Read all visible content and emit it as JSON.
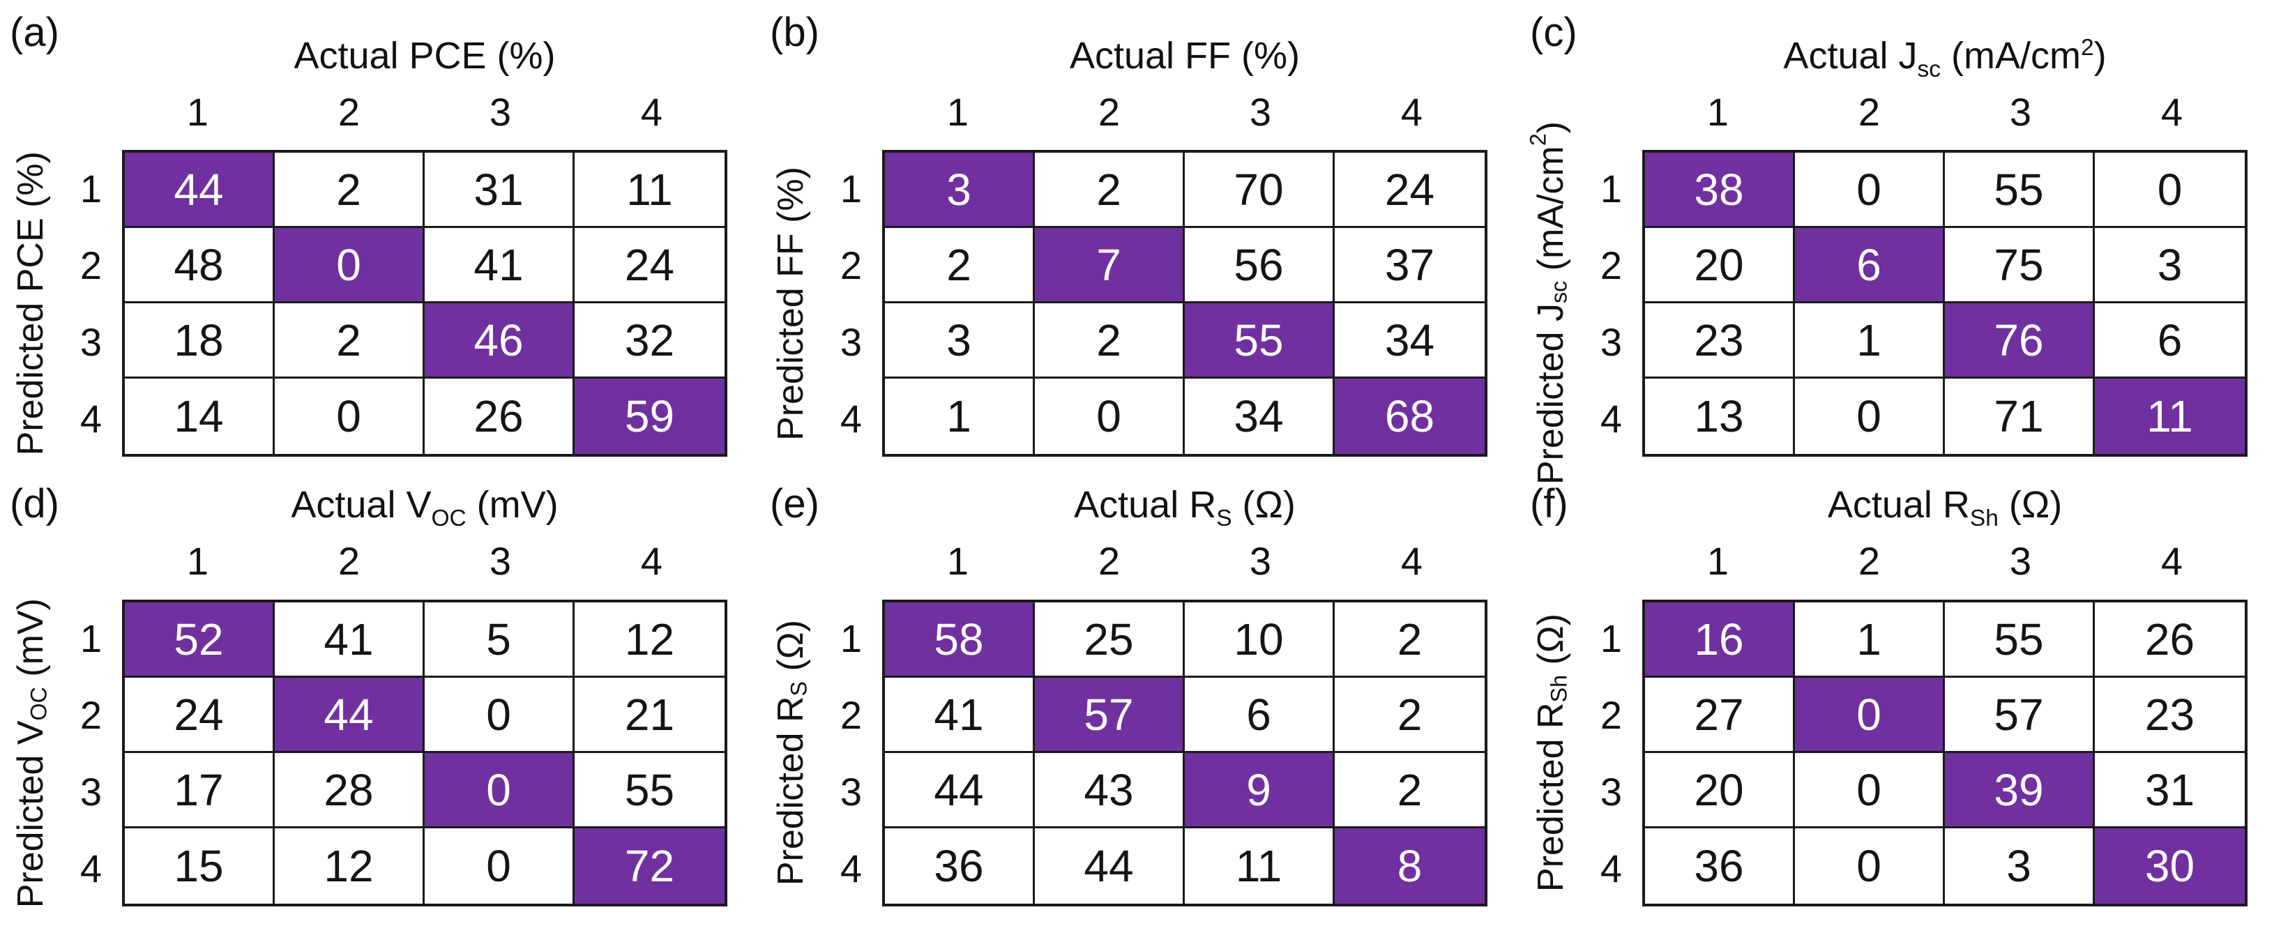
{
  "figure": {
    "diag_color": "#7030A0",
    "diag_text_color": "#ffffff",
    "grid_line_color": "#1a1a1a",
    "background_color": "#ffffff"
  },
  "chart_data": [
    {
      "type": "heatmap",
      "panel_label": "(a)",
      "title": "Actual PCE (%)",
      "xlabel": "Actual PCE (%)",
      "ylabel": "Predicted PCE (%)",
      "x_categories": [
        "1",
        "2",
        "3",
        "4"
      ],
      "y_categories": [
        "1",
        "2",
        "3",
        "4"
      ],
      "values": [
        [
          44,
          2,
          31,
          11
        ],
        [
          48,
          0,
          41,
          24
        ],
        [
          18,
          2,
          46,
          32
        ],
        [
          14,
          0,
          26,
          59
        ]
      ],
      "highlight": "diagonal",
      "legend": "none",
      "grid": "on"
    },
    {
      "type": "heatmap",
      "panel_label": "(b)",
      "title": "Actual FF (%)",
      "xlabel": "Actual FF (%)",
      "ylabel": "Predicted FF (%)",
      "x_categories": [
        "1",
        "2",
        "3",
        "4"
      ],
      "y_categories": [
        "1",
        "2",
        "3",
        "4"
      ],
      "values": [
        [
          3,
          2,
          70,
          24
        ],
        [
          2,
          7,
          56,
          37
        ],
        [
          3,
          2,
          55,
          34
        ],
        [
          1,
          0,
          34,
          68
        ]
      ],
      "highlight": "diagonal",
      "legend": "none",
      "grid": "on"
    },
    {
      "type": "heatmap",
      "panel_label": "(c)",
      "title": "Actual J~sc~ (mA/cm^2^)",
      "xlabel": "Actual J~sc~ (mA/cm^2^)",
      "ylabel": "Predicted J~sc~ (mA/cm^2^)",
      "x_categories": [
        "1",
        "2",
        "3",
        "4"
      ],
      "y_categories": [
        "1",
        "2",
        "3",
        "4"
      ],
      "values": [
        [
          38,
          0,
          55,
          0
        ],
        [
          20,
          6,
          75,
          3
        ],
        [
          23,
          1,
          76,
          6
        ],
        [
          13,
          0,
          71,
          11
        ]
      ],
      "highlight": "diagonal",
      "legend": "none",
      "grid": "on"
    },
    {
      "type": "heatmap",
      "panel_label": "(d)",
      "title": "Actual V~OC~ (mV)",
      "xlabel": "Actual V~OC~ (mV)",
      "ylabel": "Predicted V~OC~ (mV)",
      "x_categories": [
        "1",
        "2",
        "3",
        "4"
      ],
      "y_categories": [
        "1",
        "2",
        "3",
        "4"
      ],
      "values": [
        [
          52,
          41,
          5,
          12
        ],
        [
          24,
          44,
          0,
          21
        ],
        [
          17,
          28,
          0,
          55
        ],
        [
          15,
          12,
          0,
          72
        ]
      ],
      "highlight": "diagonal",
      "legend": "none",
      "grid": "on"
    },
    {
      "type": "heatmap",
      "panel_label": "(e)",
      "title": "Actual R~S~ (Ω)",
      "xlabel": "Actual R~S~ (Ω)",
      "ylabel": "Predicted R~S~ (Ω)",
      "x_categories": [
        "1",
        "2",
        "3",
        "4"
      ],
      "y_categories": [
        "1",
        "2",
        "3",
        "4"
      ],
      "values": [
        [
          58,
          25,
          10,
          2
        ],
        [
          41,
          57,
          6,
          2
        ],
        [
          44,
          43,
          9,
          2
        ],
        [
          36,
          44,
          11,
          8
        ]
      ],
      "highlight": "diagonal",
      "legend": "none",
      "grid": "on"
    },
    {
      "type": "heatmap",
      "panel_label": "(f)",
      "title": "Actual R~Sh~ (Ω)",
      "xlabel": "Actual R~Sh~ (Ω)",
      "ylabel": "Predicted R~Sh~ (Ω)",
      "x_categories": [
        "1",
        "2",
        "3",
        "4"
      ],
      "y_categories": [
        "1",
        "2",
        "3",
        "4"
      ],
      "values": [
        [
          16,
          1,
          55,
          26
        ],
        [
          27,
          0,
          57,
          23
        ],
        [
          20,
          0,
          39,
          31
        ],
        [
          36,
          0,
          3,
          30
        ]
      ],
      "highlight": "diagonal",
      "legend": "none",
      "grid": "on"
    }
  ]
}
